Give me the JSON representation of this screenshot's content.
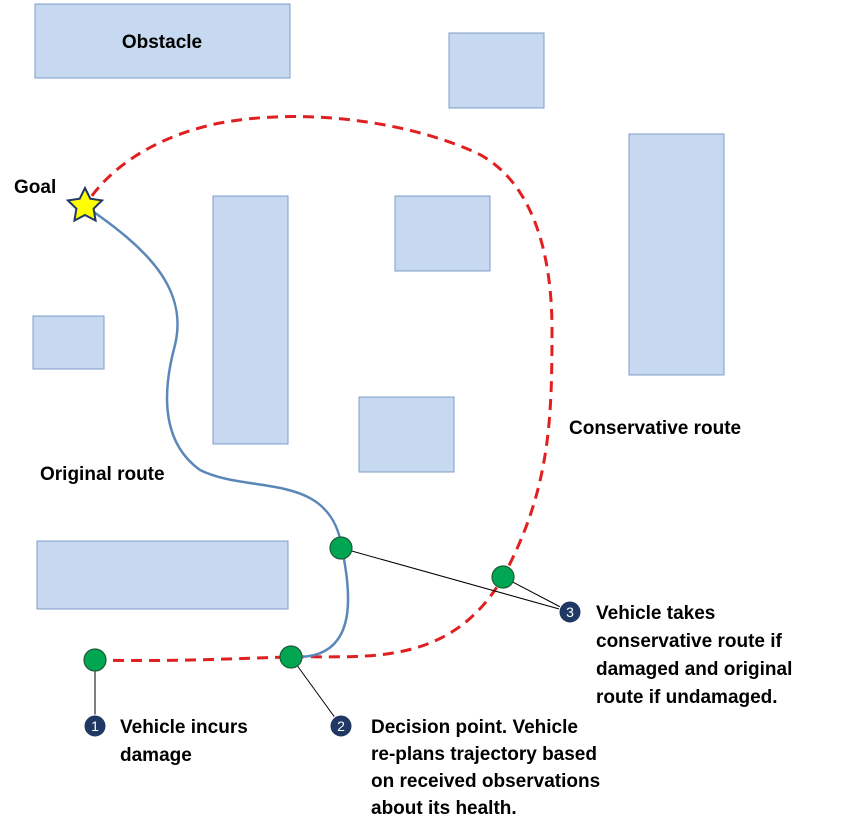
{
  "labels": {
    "obstacle": "Obstacle",
    "goal": "Goal",
    "original_route": "Original route",
    "conservative_route": "Conservative route"
  },
  "steps": [
    {
      "number": "1",
      "lines": [
        "Vehicle incurs",
        "damage"
      ]
    },
    {
      "number": "2",
      "lines": [
        "Decision point. Vehicle",
        "re-plans trajectory based",
        "on received observations",
        "about its health."
      ]
    },
    {
      "number": "3",
      "lines": [
        "Vehicle takes",
        "conservative route if",
        "damaged and original",
        "route if undamaged."
      ]
    }
  ],
  "colors": {
    "obstacle_fill": "#c6d9f1",
    "obstacle_stroke": "#7f9cc8",
    "original_route": "#5b86b8",
    "conservative_route": "#e02020",
    "waypoint": "#00a651",
    "step_badge": "#1f3864",
    "goal_star": "#ffff00"
  }
}
